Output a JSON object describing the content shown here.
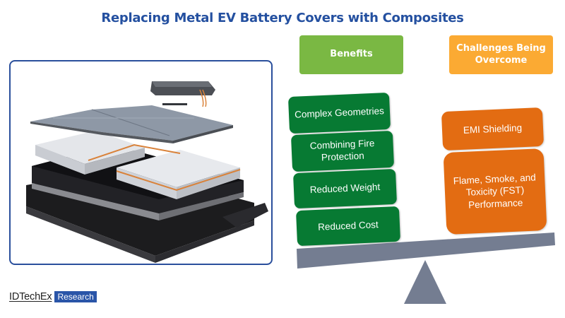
{
  "title": "Replacing Metal EV Battery Covers with Composites",
  "image": {
    "description": "exploded-view-ev-battery-pack",
    "icon": "battery-pack-illustration"
  },
  "benefits": {
    "header": "Benefits",
    "color": "#7ab843",
    "item_color": "#077a33",
    "items": [
      {
        "label": "Complex Geometries"
      },
      {
        "label": "Combining Fire Protection"
      },
      {
        "label": "Reduced Weight"
      },
      {
        "label": "Reduced Cost"
      }
    ]
  },
  "challenges": {
    "header": "Challenges Being Overcome",
    "color": "#fbaa33",
    "item_color": "#e36c12",
    "items": [
      {
        "label": "EMI Shielding"
      },
      {
        "label": "Flame, Smoke, and Toxicity (FST) Performance"
      }
    ]
  },
  "seesaw": {
    "color": "#747d91"
  },
  "footer": {
    "brand": "IDTechEx",
    "badge": "Research",
    "brand_color": "#2a55a8"
  }
}
